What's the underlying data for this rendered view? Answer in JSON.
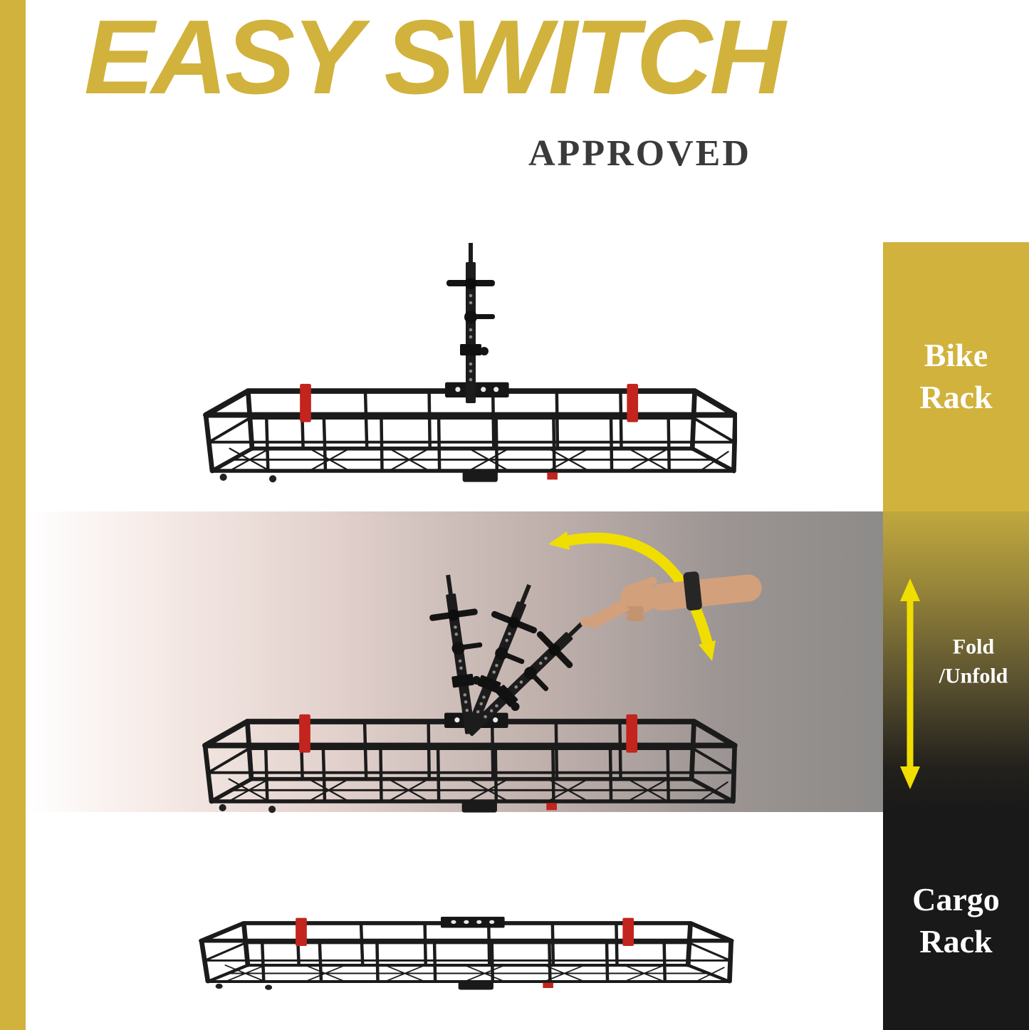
{
  "header": {
    "title": "EASY SWITCH",
    "subtitle": "APPROVED"
  },
  "sidebar": {
    "bike_rack": [
      "Bike",
      "Rack"
    ],
    "fold_unfold": [
      "Fold",
      "/Unfold"
    ],
    "cargo_rack": [
      "Cargo",
      "Rack"
    ]
  },
  "figures": {
    "top": "bike-rack-mode",
    "middle": "fold-unfold-transition",
    "bottom": "cargo-rack-mode"
  },
  "colors": {
    "gold": "#d1b23c",
    "dark_block": "#191919",
    "arrow_yellow": "#f0de00",
    "strap_red": "#c3241e",
    "subtitle_gray": "#3a3a3a"
  }
}
